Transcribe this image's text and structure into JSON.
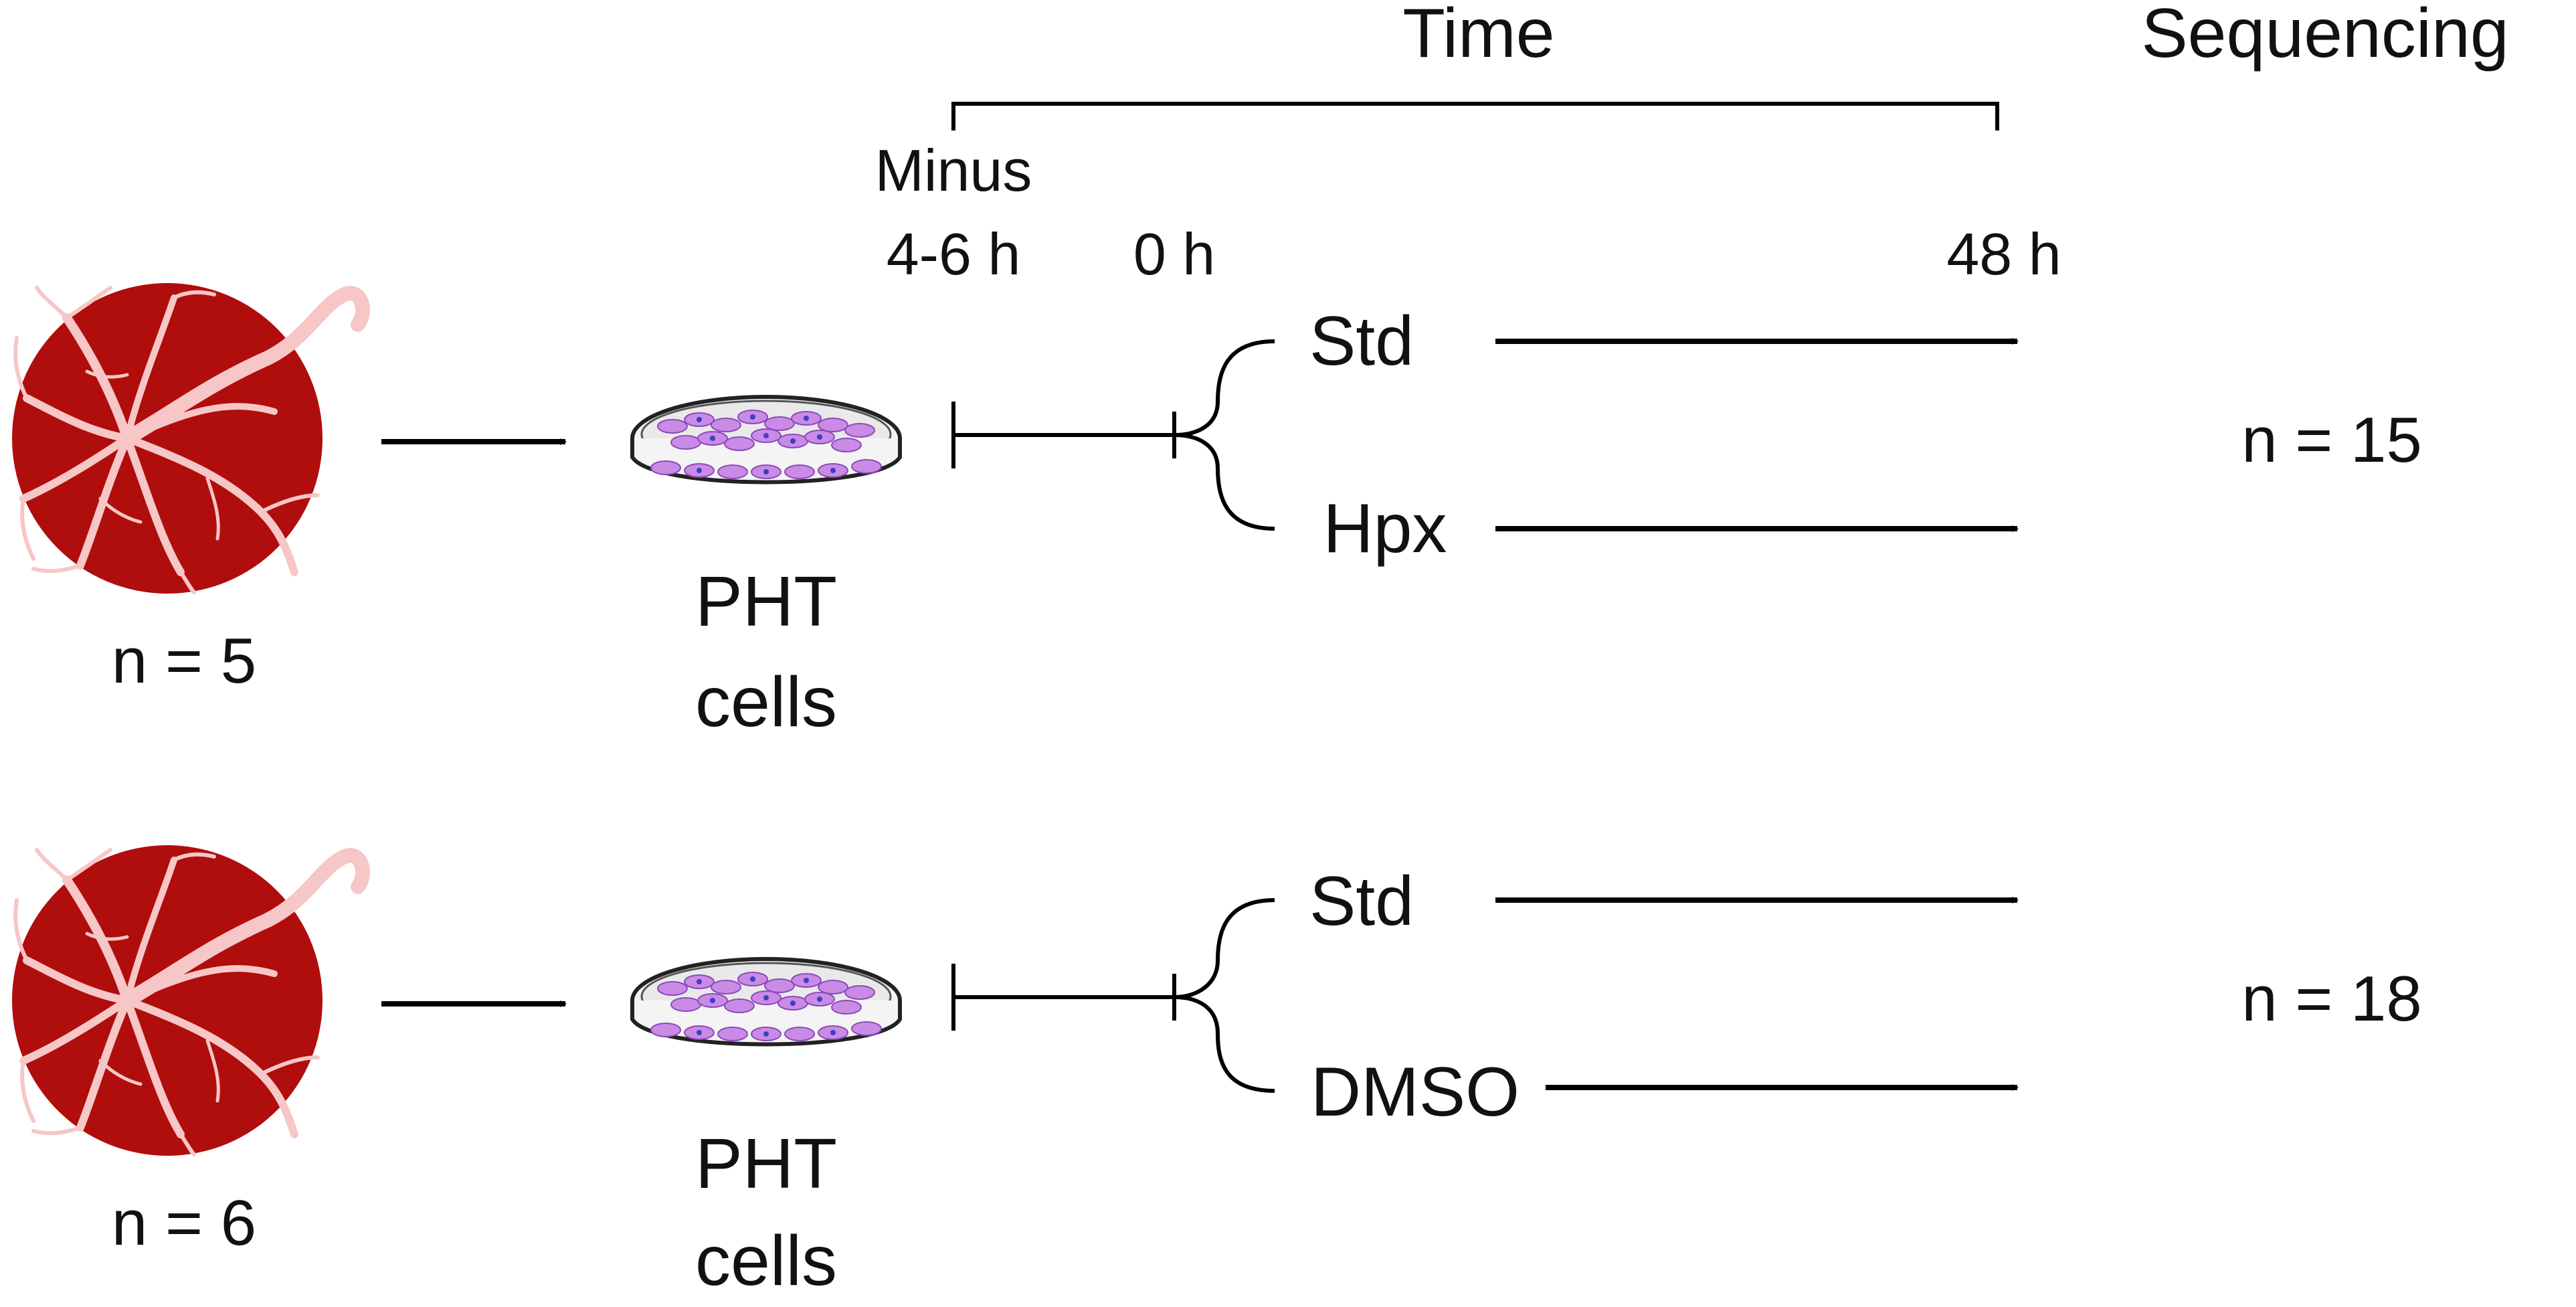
{
  "header": {
    "time_label": "Time",
    "sequencing_label": "Sequencing"
  },
  "timeline": {
    "minus_label_line1": "Minus",
    "minus_label_line2": "4-6 h",
    "zero_label": "0 h",
    "end_label": "48 h"
  },
  "rows": [
    {
      "placenta_count": "n = 5",
      "cells_label_line1": "PHT",
      "cells_label_line2": "cells",
      "branch_top": "Std",
      "branch_bottom": "Hpx",
      "sequencing_count": "n = 15"
    },
    {
      "placenta_count": "n = 6",
      "cells_label_line1": "PHT",
      "cells_label_line2": "cells",
      "branch_top": "Std",
      "branch_bottom": "DMSO",
      "sequencing_count": "n = 18"
    }
  ],
  "colors": {
    "placenta": "#b00d0d",
    "vessels": "#f7c6c6",
    "cells": "#c98be6",
    "nucleus": "#3d3fc4",
    "line": "#000000"
  },
  "icons": {
    "placenta": "placenta-icon",
    "petri_dish": "petri-dish-icon",
    "arrow": "arrow-right-icon"
  }
}
